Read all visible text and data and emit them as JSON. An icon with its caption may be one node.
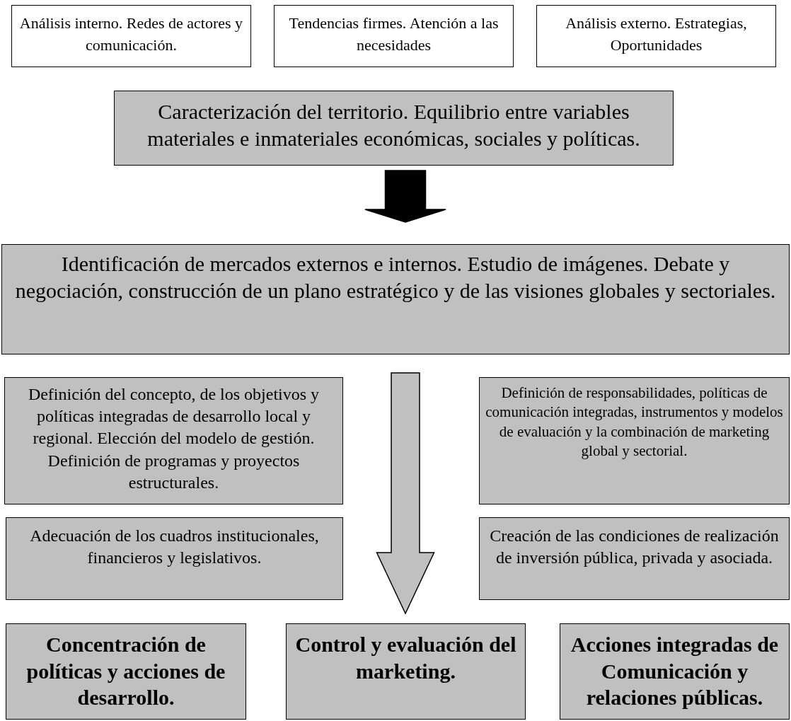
{
  "diagram": {
    "nodes": [
      {
        "text": [
          "Análisis interno. Redes de actores y comunicación."
        ]
      },
      {
        "text": [
          "Tendencias firmes. Atención a las necesidades"
        ]
      },
      {
        "text": [
          "Análisis externo. Estrategias, Oportunidades"
        ]
      },
      {
        "text": [
          "Caracterización del territorio. Equilibrio entre variables materiales e inmateriales económicas, sociales y políticas."
        ]
      },
      {
        "text": [
          "Identificación de mercados externos e internos. Estudio de imágenes. Debate y negociación, construcción de un plano estratégico y de las visiones globales y sectoriales."
        ]
      },
      {
        "text": [
          "Definición del concepto, de los objetivos y políticas integradas de desarrollo local y regional. Elección del modelo de gestión. Definición de programas y proyectos estructurales."
        ]
      },
      {
        "text": [
          "Definición de responsabilidades, políticas de comunicación integradas, instrumentos y modelos de evaluación y la combinación de marketing global y sectorial."
        ]
      },
      {
        "text": [
          "Adecuación de los cuadros institucionales, financieros y legislativos."
        ]
      },
      {
        "text": [
          "Creación de las condiciones de realización de inversión pública, privada y asociada."
        ]
      },
      {
        "text": [
          "Concentración de políticas y acciones de desarrollo."
        ]
      },
      {
        "text": [
          "Control y evaluación del marketing."
        ]
      },
      {
        "text": [
          "Acciones integradas de Comunicación y relaciones públicas."
        ]
      }
    ],
    "edges": [
      {
        "from": 3,
        "to": 4,
        "arrow": "to",
        "style": "thick"
      },
      {
        "from": 4,
        "to": 10,
        "arrow": "to",
        "style": "thick",
        "color": "#c0c0c0"
      }
    ]
  }
}
